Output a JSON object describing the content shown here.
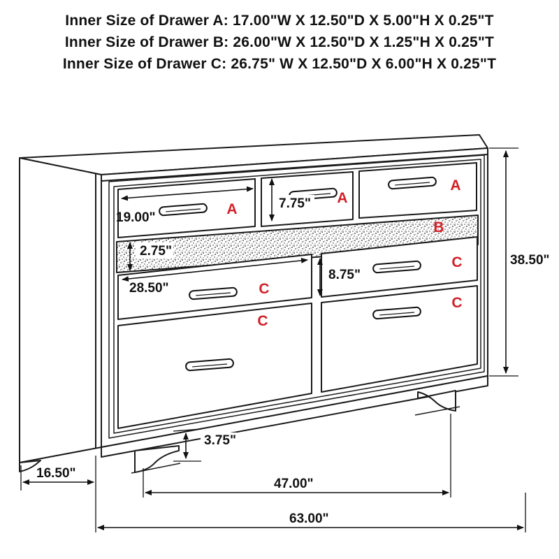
{
  "header": {
    "lines": [
      "Inner Size of Drawer A: 17.00\"W X 12.50\"D X 5.00\"H X 0.25\"T",
      "Inner Size of Drawer B: 26.00\"W X 12.50\"D X 1.25\"H X 0.25\"T",
      "Inner Size of Drawer C: 26.75\" W X 12.50\"D X 6.00\"H X 0.25\"T"
    ]
  },
  "colors": {
    "line": "#1a1a1a",
    "label_red": "#d22027"
  },
  "labels": {
    "a1": "A",
    "a2": "A",
    "a3": "A",
    "b": "B",
    "c_left_top": "C",
    "c_left_bottom": "C",
    "c_right_top": "C",
    "c_right_bottom": "C"
  },
  "dims": {
    "drawer_a_width": "19.00\"",
    "drawer_a_height": "7.75\"",
    "drawer_b_height": "2.75\"",
    "drawer_c_width": "28.50\"",
    "drawer_c_height": "8.75\"",
    "overall_height": "38.50\"",
    "base_height": "3.75\"",
    "side_depth": "16.50\"",
    "feet_span": "47.00\"",
    "overall_width": "63.00\""
  }
}
